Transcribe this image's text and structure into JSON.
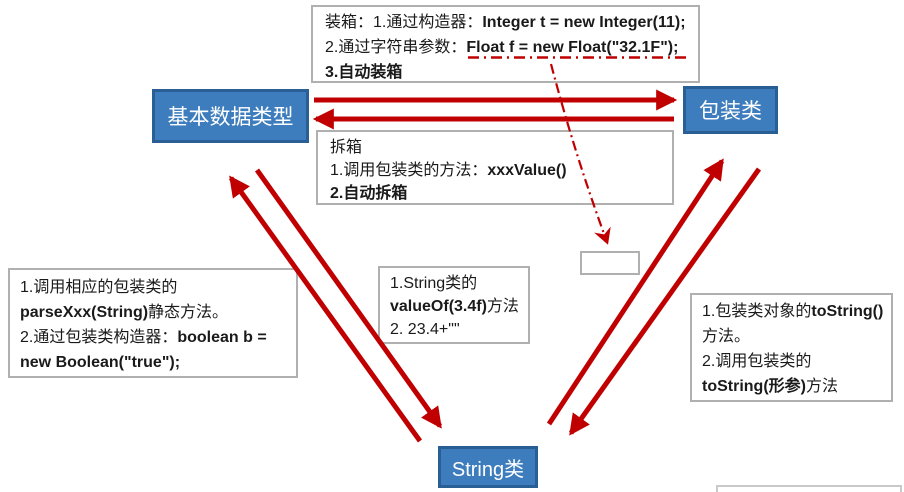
{
  "colors": {
    "arrow_red": "#C00000",
    "node_fill_blue": "#3E7DBD",
    "node_border_blue": "#2A5F96",
    "note_border_gray": "#B0B0B0"
  },
  "nodes": {
    "primitive": "基本数据类型",
    "wrapper": "包装类",
    "string": "String类"
  },
  "boxing_note": {
    "l1_pre": "装箱：1.通过构造器：",
    "l1_code": "Integer t = new Integer(11);",
    "l2_pre": "2.通过字符串参数：",
    "l2_code": "Float f = new Float(\"32.1F\");",
    "l3": "3.自动装箱"
  },
  "unboxing_note": {
    "l1": "拆箱",
    "l2_pre": "1.调用包装类的方法：",
    "l2_code": "xxxValue()",
    "l3": "2.自动拆箱"
  },
  "left_note": {
    "l1": "1.调用相应的包装类的",
    "l2_code": "parseXxx(String)",
    "l2_rest": "静态方法。",
    "l3_pre": "2.通过包装类构造器：",
    "l3_code": "boolean b =",
    "l4_code": "new Boolean(\"true\");"
  },
  "middle_note": {
    "l1": "1.String类的",
    "l2_code": "valueOf(3.4f)",
    "l2_rest": "方法",
    "l3": "2. 23.4+\"\""
  },
  "right_note": {
    "l1_pre": "1.包装类对象的",
    "l1_code": "toString()",
    "l2": "方法。",
    "l3": "2.调用包装类的",
    "l4_code": "toString(形参)",
    "l4_rest": "方法"
  }
}
